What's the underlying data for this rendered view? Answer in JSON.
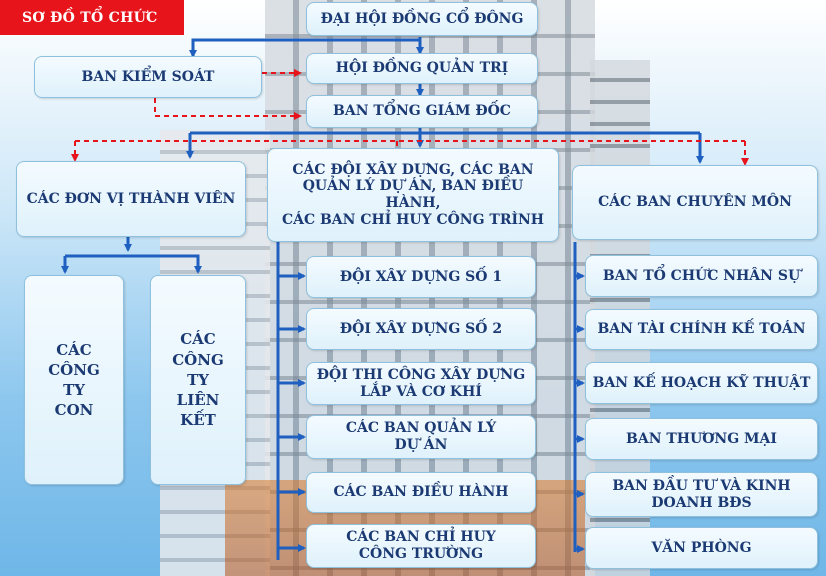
{
  "header": {
    "title": "SƠ ĐỒ TỔ CHỨC"
  },
  "colors": {
    "line_blue": "#1e5fc0",
    "line_red": "#e8141b",
    "header_red": "#e8141b",
    "text_navy": "#1b3a73"
  },
  "nodes": {
    "dai_hoi": "ĐẠI HỘI ĐỒNG CỔ ĐÔNG",
    "hoi_dong_qt": "HỘI ĐỒNG QUẢN TRỊ",
    "ban_kiem_soat": "BAN KIỂM SOÁT",
    "ban_tgd": "BAN TỔNG GIÁM ĐỐC",
    "don_vi_tv": "CÁC ĐƠN VỊ THÀNH VIÊN",
    "doi_xd_qlda": "CÁC ĐỘI XÂY DỰNG, CÁC BAN\nQUẢN LÝ DỰ ÁN, BAN ĐIỀU HÀNH,\nCÁC BAN CHỈ HUY CÔNG TRÌNH",
    "ban_chuyen_mon": "CÁC BAN CHUYÊN MÔN",
    "cong_ty_con": "CÁC\nCÔNG\nTY\nCON",
    "cong_ty_lk": "CÁC\nCÔNG\nTY\nLIÊN\nKẾT",
    "doi_xd_1": "ĐỘI XÂY DỰNG SỐ 1",
    "doi_xd_2": "ĐỘI XÂY DỰNG SỐ 2",
    "doi_thi_cong": "ĐỘI THI CÔNG XÂY DỰNG\nLẮP VÀ CƠ KHÍ",
    "ban_qlda": "CÁC BAN QUẢN LÝ\nDỰ ÁN",
    "ban_dieu_hanh": "CÁC BAN ĐIỀU HÀNH",
    "ban_chi_huy": "CÁC BAN CHỈ HUY\nCÔNG TRƯỜNG",
    "ban_to_chuc": "BAN TỔ CHỨC NHÂN SỰ",
    "ban_tai_chinh": "BAN TÀI CHÍNH KẾ TOÁN",
    "ban_ke_hoach": "BAN KẾ HOẠCH KỸ THUẬT",
    "ban_thuong_mai": "BAN THƯƠNG MẠI",
    "ban_dau_tu": "BAN ĐẦU TƯ VÀ KINH\nDOANH BĐS",
    "van_phong": "VĂN PHÒNG"
  }
}
